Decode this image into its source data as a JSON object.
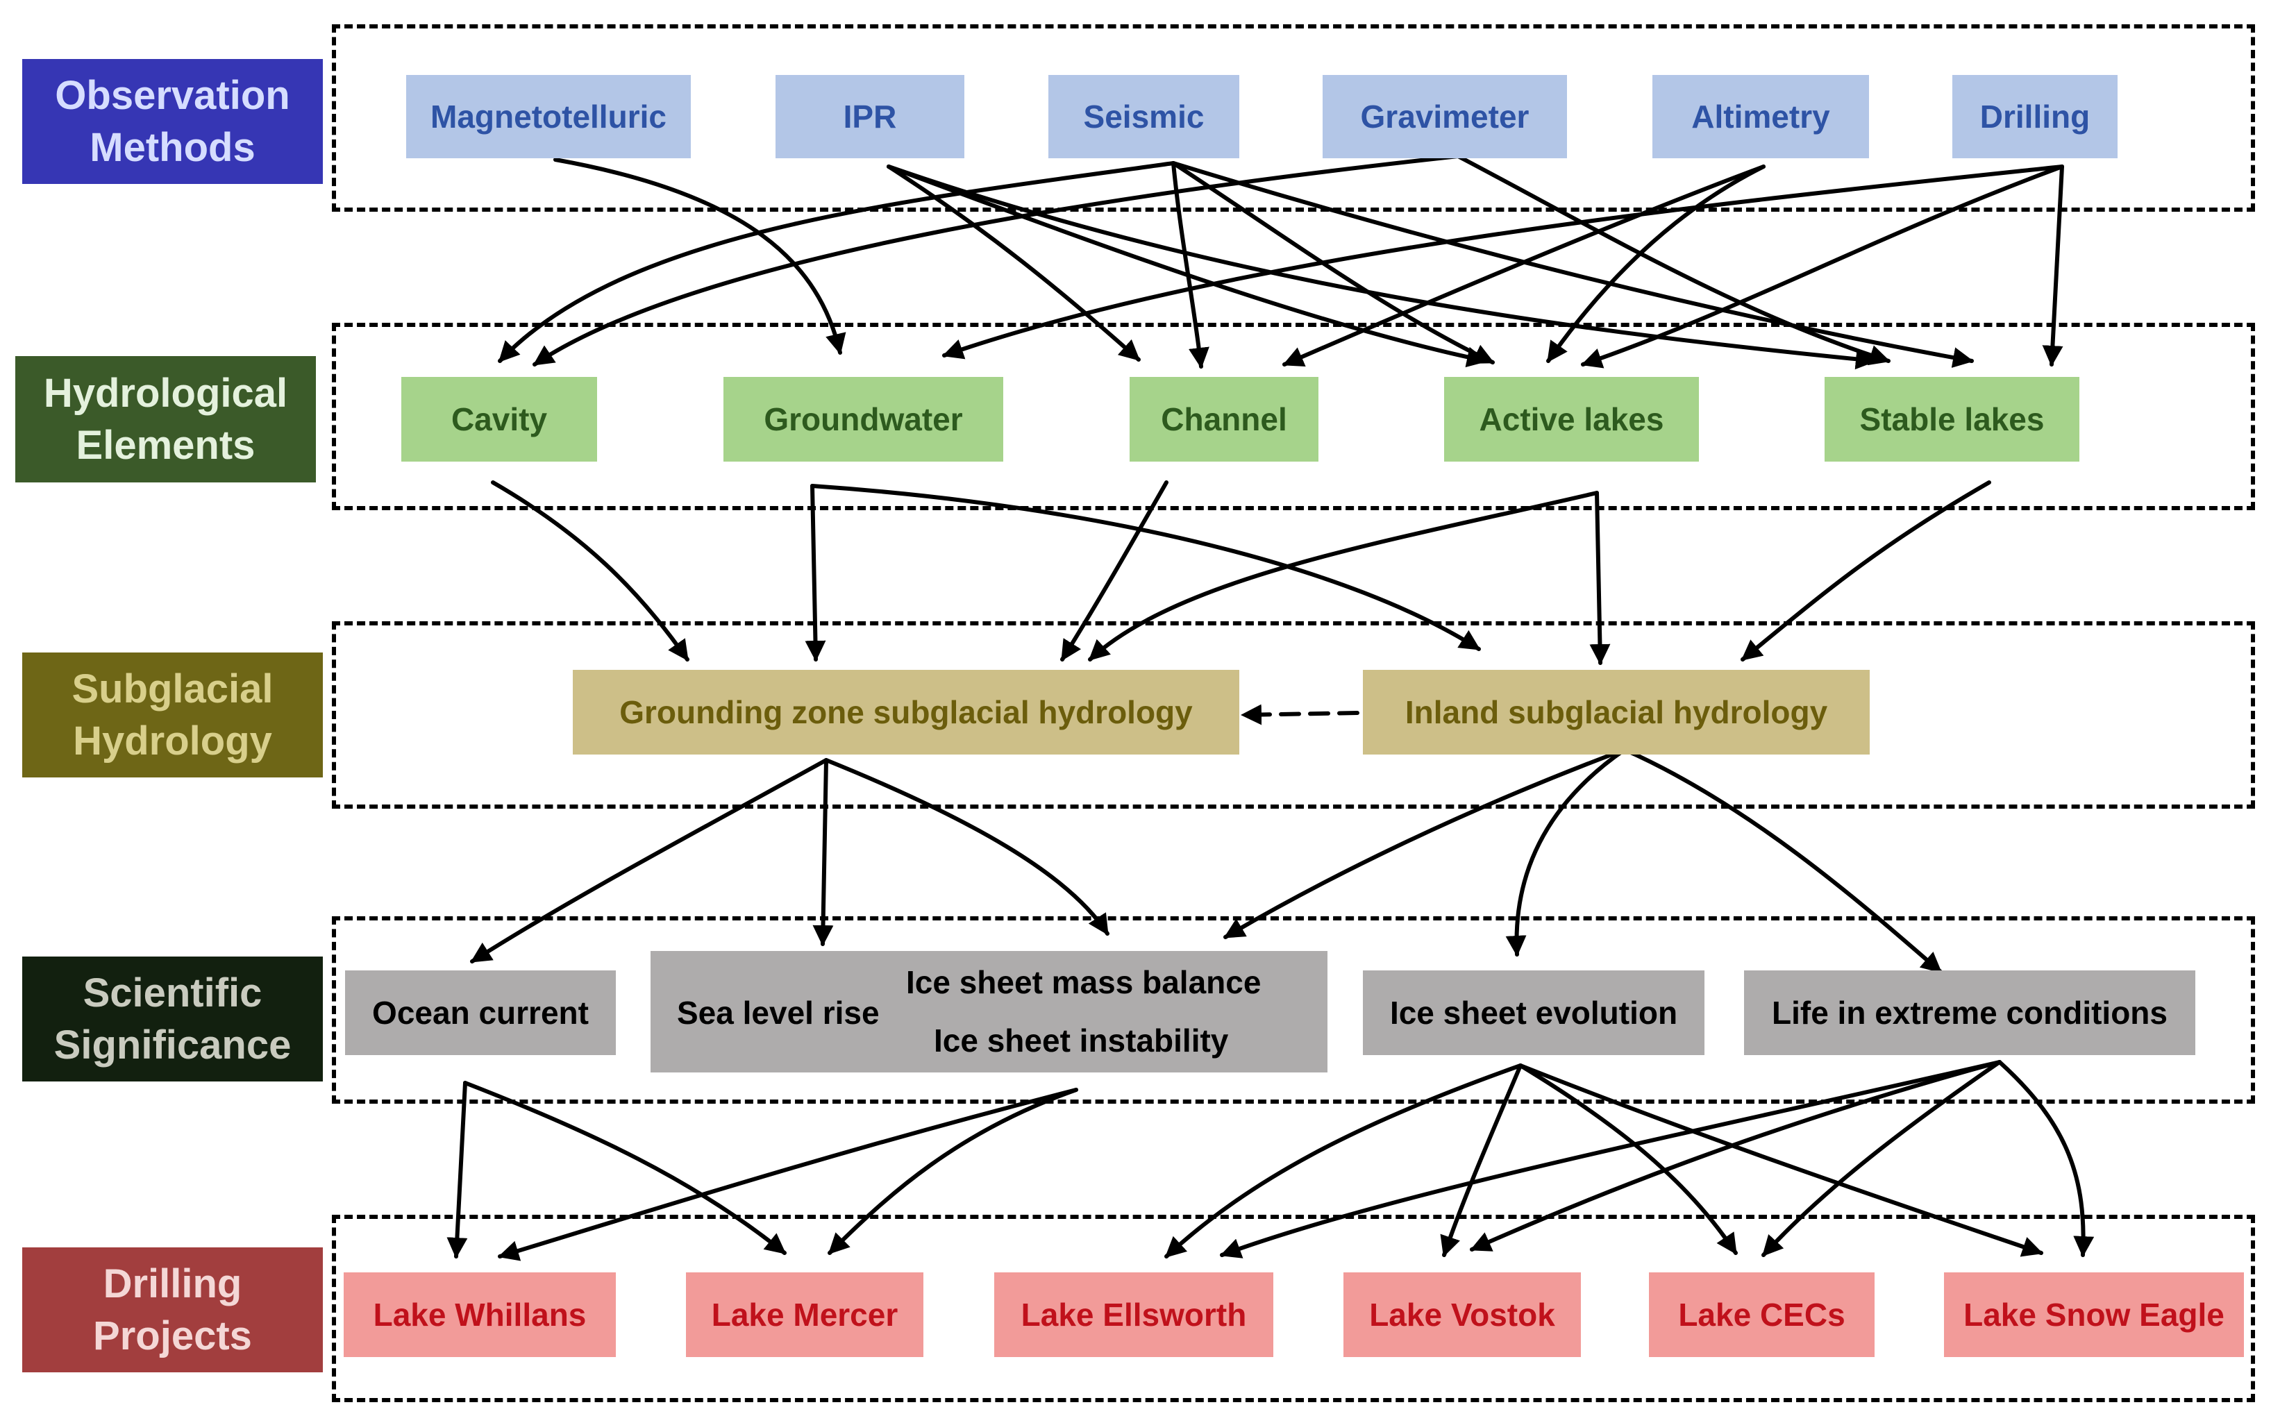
{
  "categories": {
    "observation": "Observation\nMethods",
    "hydrological": "Hydrological\nElements",
    "subglacial": "Subglacial\nHydrology",
    "scientific": "Scientific\nSignificance",
    "drilling": "Drilling\nProjects"
  },
  "colors": {
    "observation_label_bg": "#3636b4",
    "observation_label_text": "#d6ddff",
    "hydrological_label_bg": "#3b5a29",
    "hydrological_label_text": "#e4f1dd",
    "subglacial_label_bg": "#6e6616",
    "subglacial_label_text": "#d8cf8b",
    "scientific_label_bg": "#12200f",
    "scientific_label_text": "#c9cbbf",
    "drilling_label_bg": "#a23e3e",
    "drilling_label_text": "#f4d7d6"
  },
  "observation_methods": [
    "Magnetotelluric",
    "IPR",
    "Seismic",
    "Gravimeter",
    "Altimetry",
    "Drilling"
  ],
  "hydrological_elements": [
    "Cavity",
    "Groundwater",
    "Channel",
    "Active lakes",
    "Stable lakes"
  ],
  "subglacial_hydrology": [
    "Grounding zone subglacial hydrology",
    "Inland subglacial hydrology"
  ],
  "scientific_significance": {
    "ocean_current": "Ocean current",
    "sea_level_rise": "Sea level rise",
    "mass_balance": "Ice sheet mass balance",
    "instability": "Ice sheet instability",
    "evolution": "Ice sheet evolution",
    "life": "Life in extreme conditions"
  },
  "drilling_projects": [
    "Lake Whillans",
    "Lake Mercer",
    "Lake Ellsworth",
    "Lake Vostok",
    "Lake CECs",
    "Lake Snow Eagle"
  ]
}
